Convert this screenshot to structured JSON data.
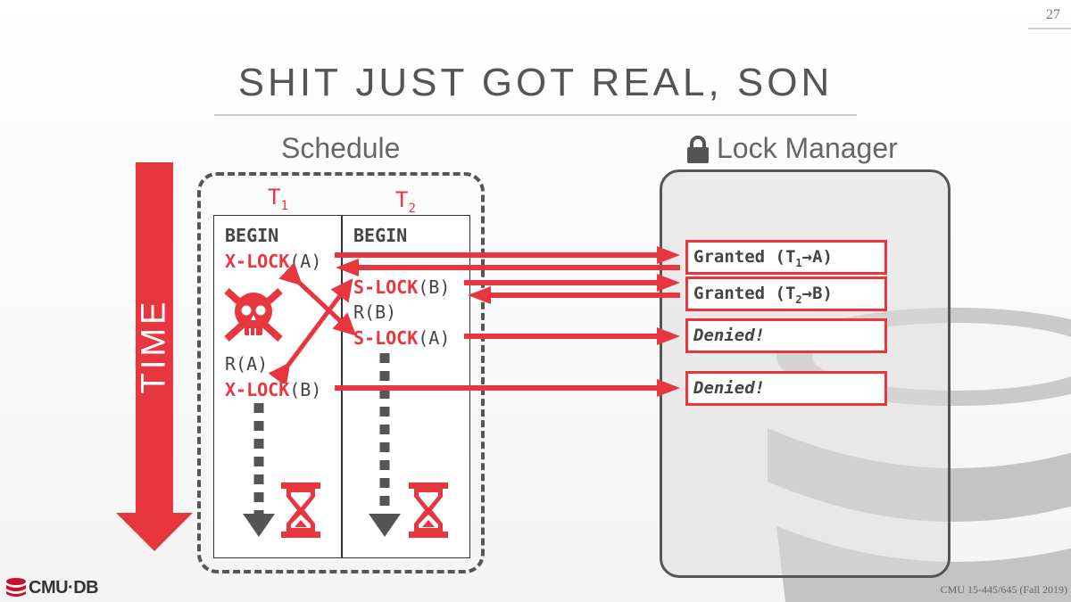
{
  "page_number": "27",
  "title": "SHIT JUST GOT REAL, SON",
  "schedule": {
    "heading": "Schedule",
    "t1_label": {
      "base": "T",
      "sub": "1"
    },
    "t2_label": {
      "base": "T",
      "sub": "2"
    },
    "t1_ops": {
      "begin": "BEGIN",
      "xlock_a": {
        "op": "X-LOCK",
        "arg": "(A)"
      },
      "read_a": "R(A)",
      "xlock_b": {
        "op": "X-LOCK",
        "arg": "(B)"
      }
    },
    "t2_ops": {
      "begin": "BEGIN",
      "slock_b": {
        "op": "S-LOCK",
        "arg": "(B)"
      },
      "read_b": "R(B)",
      "slock_a": {
        "op": "S-LOCK",
        "arg": "(A)"
      }
    }
  },
  "time_label": "TIME",
  "lock_manager": {
    "heading": "Lock Manager",
    "responses": [
      {
        "prefix": "Granted (T",
        "sub": "1",
        "suffix": "→A)"
      },
      {
        "prefix": "Granted (T",
        "sub": "2",
        "suffix": "→B)"
      },
      {
        "text": "Denied!"
      },
      {
        "text": "Denied!"
      }
    ]
  },
  "footer": {
    "logo": "CMU·DB",
    "course": "CMU 15-445/645 (Fall 2019)"
  },
  "colors": {
    "accent": "#e8363e",
    "text": "#444444",
    "gray": "#555555"
  },
  "icons": [
    "lock-icon",
    "skull-icon",
    "hourglass-icon",
    "database-icon"
  ]
}
